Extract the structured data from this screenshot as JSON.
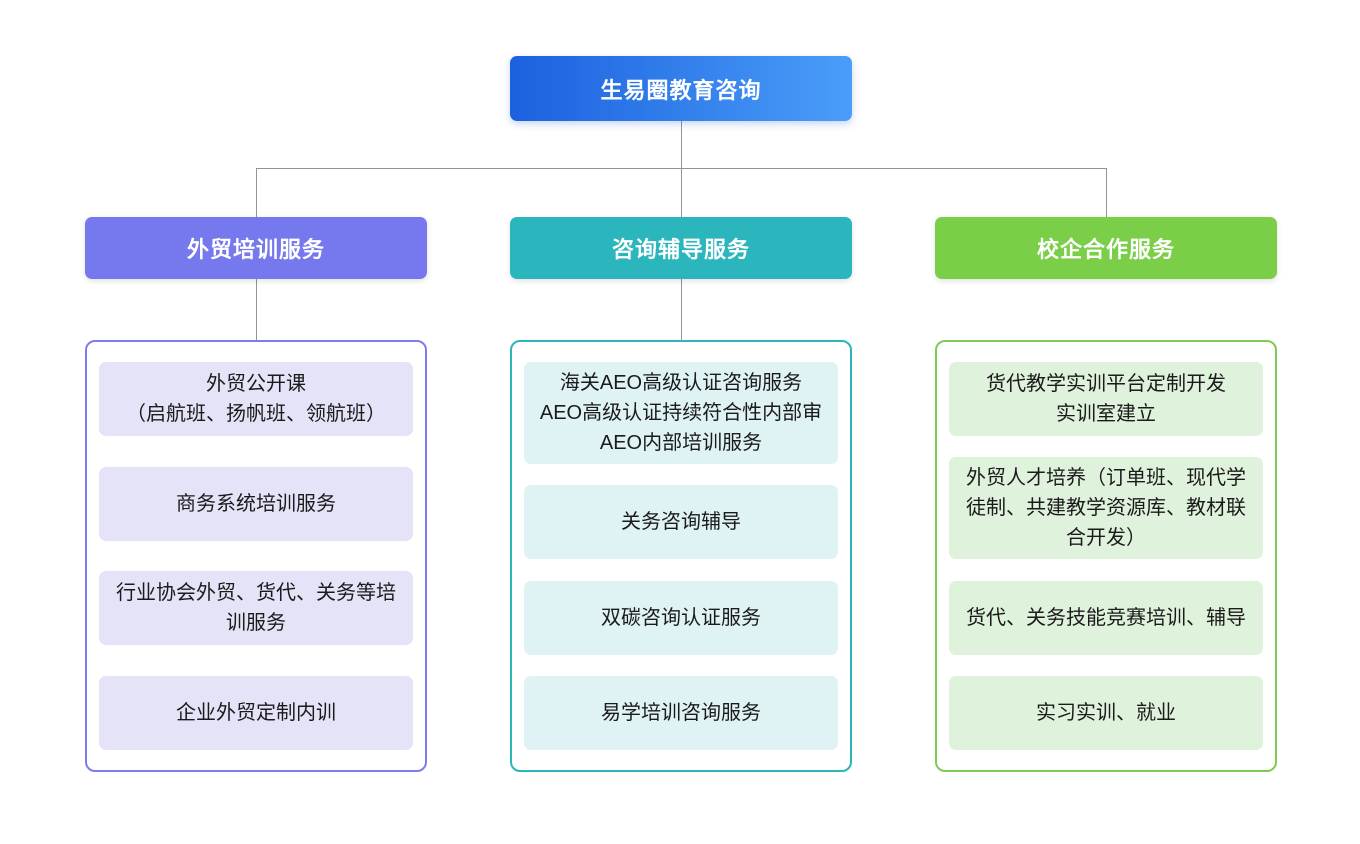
{
  "root": {
    "label": "生易圈教育咨询",
    "colors": {
      "gradient_from": "#1B61DF",
      "gradient_to": "#4A9DF8",
      "background": "linear-gradient(90deg, #1B61DF 0%, #4A9DF8 100%)",
      "text": "#ffffff"
    }
  },
  "diagram": {
    "line_color": "#8E959D",
    "item_text_color": "#1b1b1b",
    "background": "#ffffff"
  },
  "branches": [
    {
      "label": "外贸培训服务",
      "colors": {
        "header": "#7678EE",
        "border": "#7C7CF0",
        "item_bg": "#E4E3F8"
      },
      "items": [
        "外贸公开课\n（启航班、扬帆班、领航班）",
        "商务系统培训服务",
        "行业协会外贸、货代、关务等培训服务",
        "企业外贸定制内训"
      ]
    },
    {
      "label": "咨询辅导服务",
      "colors": {
        "header": "#2BB5BC",
        "border": "#2BB5BC",
        "item_bg": "#DFF2F4"
      },
      "items": [
        "海关AEO高级认证咨询服务\nAEO高级认证持续符合性内部审\nAEO内部培训服务",
        "关务咨询辅导",
        "双碳咨询认证服务",
        "易学培训咨询服务"
      ]
    },
    {
      "label": "校企合作服务",
      "colors": {
        "header": "#7BCE48",
        "border": "#7ECB52",
        "item_bg": "#DFF2DB"
      },
      "items": [
        "货代教学实训平台定制开发\n实训室建立",
        "外贸人才培养（订单班、现代学徒制、共建教学资源库、教材联合开发）",
        "货代、关务技能竞赛培训、辅导",
        "实习实训、就业"
      ]
    }
  ]
}
